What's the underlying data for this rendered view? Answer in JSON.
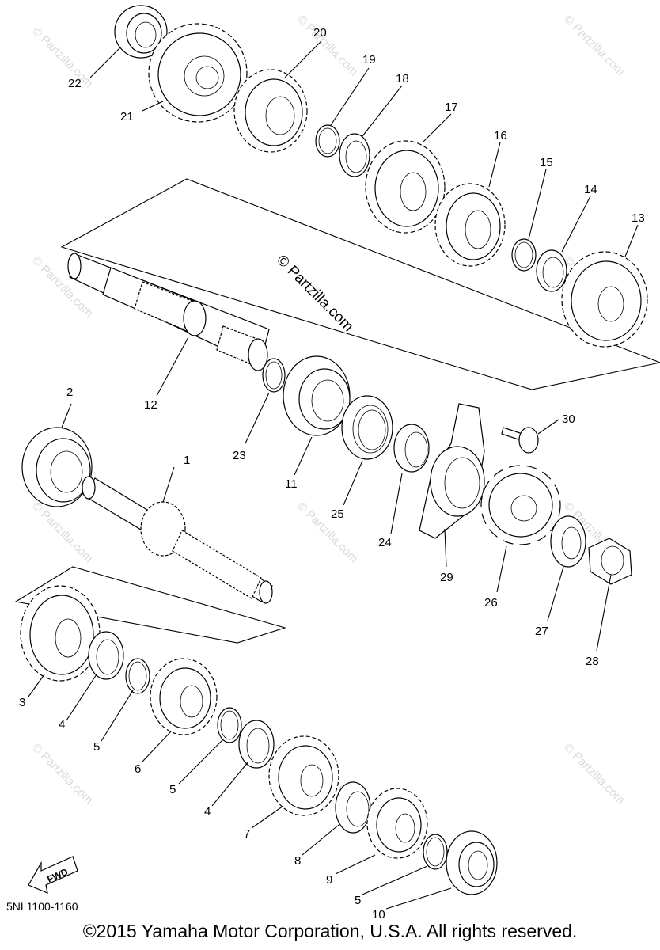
{
  "watermark": "© Partzilla.com",
  "brand_watermark": "© Partzilla.com",
  "diagram_code": "5NL1100-1160",
  "copyright": "©2015 Yamaha Motor Corporation, U.S.A. All rights reserved.",
  "fwd_label": "FWD",
  "callouts": {
    "c1": "1",
    "c2": "2",
    "c3": "3",
    "c4a": "4",
    "c4b": "4",
    "c5a": "5",
    "c5b": "5",
    "c5c": "5",
    "c6": "6",
    "c7": "7",
    "c8": "8",
    "c9": "9",
    "c10": "10",
    "c11": "11",
    "c12": "12",
    "c13": "13",
    "c14": "14",
    "c15": "15",
    "c16": "16",
    "c17": "17",
    "c18": "18",
    "c19": "19",
    "c20": "20",
    "c21": "21",
    "c22": "22",
    "c23": "23",
    "c24": "24",
    "c25": "25",
    "c26": "26",
    "c27": "27",
    "c28": "28",
    "c29": "29",
    "c30": "30"
  }
}
